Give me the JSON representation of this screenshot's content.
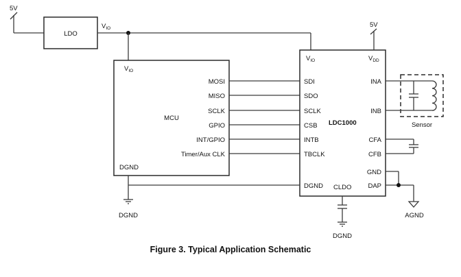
{
  "caption": "Figure 3.  Typical Application Schematic",
  "supplies": {
    "top_left": "5V",
    "top_right": "5V"
  },
  "ldo": {
    "label": "LDO",
    "output_net": "V",
    "output_net_sub": "IO"
  },
  "mcu": {
    "label": "MCU",
    "supply_pin": "V",
    "supply_pin_sub": "IO",
    "ground_pin": "DGND",
    "pins": [
      "MOSI",
      "MISO",
      "SCLK",
      "GPIO",
      "INT/GPIO",
      "Timer/Aux CLK"
    ]
  },
  "ldc": {
    "label": "LDC1000",
    "supply_io": "V",
    "supply_io_sub": "IO",
    "supply_dd": "V",
    "supply_dd_sub": "DD",
    "left_pins": [
      "SDI",
      "SDO",
      "SCLK",
      "CSB",
      "INTB",
      "TBCLK",
      "DGND"
    ],
    "right_pins": [
      "INA",
      "INB",
      "CFA",
      "CFB",
      "GND",
      "DAP"
    ],
    "bottom_pin": "CLDO"
  },
  "sensor": {
    "label": "Sensor"
  },
  "grounds": {
    "mcu_ground": "DGND",
    "cldo_ground": "DGND",
    "analog_ground": "AGND"
  }
}
